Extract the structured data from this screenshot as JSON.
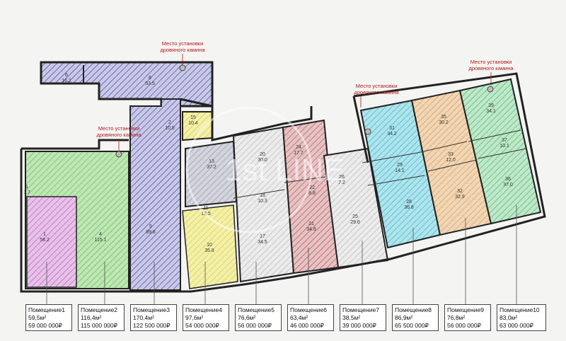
{
  "watermark": "1st LINE",
  "fireplace_label_line1": "Место установки",
  "fireplace_label_line2": "дровяного камина",
  "rooms": [
    {
      "num": "6",
      "area": "16.2"
    },
    {
      "num": "8",
      "area": "53.5"
    },
    {
      "num": "2",
      "area": "10.8"
    },
    {
      "num": "15",
      "area": "10.4"
    },
    {
      "num": "1",
      "area": "58.2"
    },
    {
      "num": "4",
      "area": "115.1"
    },
    {
      "num": "5",
      "area": "89.8"
    },
    {
      "num": "13",
      "area": "37.2"
    },
    {
      "num": "11",
      "area": "12.5"
    },
    {
      "num": "10",
      "area": "35.8"
    },
    {
      "num": "20",
      "area": "30.0"
    },
    {
      "num": "24",
      "area": "17.7"
    },
    {
      "num": "18",
      "area": "10.3"
    },
    {
      "num": "22",
      "area": "8.8"
    },
    {
      "num": "17",
      "area": "34.5"
    },
    {
      "num": "21",
      "area": "34.6"
    },
    {
      "num": "26",
      "area": "7.2"
    },
    {
      "num": "25",
      "area": "29.6"
    },
    {
      "num": "31",
      "area": "34.2"
    },
    {
      "num": "35",
      "area": "30.2"
    },
    {
      "num": "39",
      "area": "34.1"
    },
    {
      "num": "29",
      "area": "14.1"
    },
    {
      "num": "33",
      "area": "12.0"
    },
    {
      "num": "37",
      "area": "10.1"
    },
    {
      "num": "28",
      "area": "36.8"
    },
    {
      "num": "32",
      "area": "32.9"
    },
    {
      "num": "36",
      "area": "37.0"
    },
    {
      "num": "1",
      "area": "1.7"
    }
  ],
  "premises": [
    {
      "name": "Помещение1",
      "area": "59,5м²",
      "price": "59 000 000₽"
    },
    {
      "name": "Помещение2",
      "area": "116,4м²",
      "price": "115 000 000₽"
    },
    {
      "name": "Помещение3",
      "area": "170,4м²",
      "price": "122 500 000₽"
    },
    {
      "name": "Помещение4",
      "area": "97,6м²",
      "price": "54 000 000₽"
    },
    {
      "name": "Помещение5",
      "area": "76,6м²",
      "price": "56 000 000₽"
    },
    {
      "name": "Помещение6",
      "area": "63,4м²",
      "price": "46 000 000₽"
    },
    {
      "name": "Помещение7",
      "area": "38,5м²",
      "price": "39 000 000₽"
    },
    {
      "name": "Помещение8",
      "area": "86,9м²",
      "price": "65 500 000₽"
    },
    {
      "name": "Помещение9",
      "area": "76,8м²",
      "price": "56 000 000₽"
    },
    {
      "name": "Помещение10",
      "area": "83,0м²",
      "price": "63 000 000₽"
    }
  ]
}
